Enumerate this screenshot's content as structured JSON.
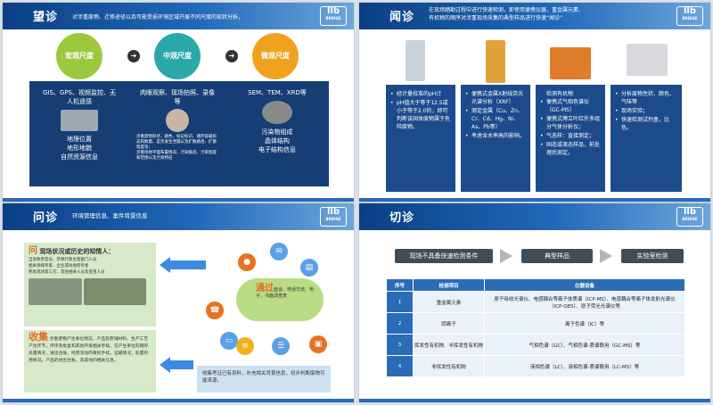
{
  "s1": {
    "title": "望诊",
    "subtitle": "对涉重废物、迁移途径以及可能受损环境区域开展不同尺度的现状分析。",
    "circles": [
      "宏观尺度",
      "中观尺度",
      "微观尺度"
    ],
    "col1": {
      "head": "GIS、GPS、视频监控、无人机遥感",
      "items": [
        "地理位置",
        "地形地貌",
        "自然资源信息"
      ]
    },
    "col2": {
      "head": "肉眼观察、现场拍照、录像等",
      "desc1": "涉重废物形状、颜色、标记标识、储存容器形态和数量、是否发生泄漏以及扩散路径、扩散程度等；",
      "desc2": "涉重场地平面布置情况、污染痕迹、污染程度和范围以及污染特征"
    },
    "col3": {
      "head": "SEM、TEM、XRD等",
      "items": [
        "污染物组成",
        "晶体结构",
        "电子结构信息"
      ]
    }
  },
  "s2": {
    "title": "闻诊",
    "sub1": "在现场踏勘过程中进行快速检测，即使用便携仪器，重金属元素、",
    "sub2": "有机物的顺序对涉重现场采集的典型样品进行快速“闻诊”",
    "box1": [
      "经计量校准的pH计",
      "pH值大于等于12.5或小于等于2.0的，即可判断该固体废物属于危险废物。"
    ],
    "box2": [
      "便携式金属X射线荧光光谱分析（XRF）",
      "测定金属（Cu、Zn、Cr、Cd、Hg、Ni、As、Pb等）",
      "考虑含水率高的影响。"
    ],
    "box3head": "检测有机物",
    "box3": [
      "便携式气相色谱仪（GC-MS）",
      "便携式傅立叶红外多组分气体分析仪；",
      "气态样：直接测定；",
      "固态或液态样品，前处理后测定。"
    ],
    "box4": [
      "分析废物性状、颜色、气味等",
      "现场实验；",
      "快速检测试剂盒，比色。"
    ]
  },
  "s3": {
    "title": "问诊",
    "subtitle": "环境管理信息、案件背景信息",
    "q_head": "现场状况或历史的知情人：",
    "q_char": "问",
    "q_lines": [
      "当地政府官员、环保行政主管部门人员",
      "相关领域专家、企业或场地所有者",
      "熟悉现场第三方、其他相关人员及受害人员"
    ],
    "c_char": "收集",
    "c_text": "涉重废物产生单位情况，产品及原辅材料、生产工艺产生环节，环评及批复和其他环境相关手续，在产生单位的储存处置情况，进出台账，经营活动的审批手续，运输情况，处置利用情况，产品的进出台账，及其他的相关信息。",
    "cloud_big": "通过",
    "cloud_text": "面谈、电话交流、电子、书面调查表",
    "bottom": "收集考证已有资料，补充相关背景信息，初步判断废物可能来源。"
  },
  "s4": {
    "title": "切诊",
    "steps": [
      "现场不具备快速检测条件",
      "典型样品",
      "实验室检测"
    ],
    "headers": [
      "序号",
      "检测项目",
      "仪器设备"
    ],
    "rows": [
      [
        "1",
        "重金属元素",
        "原子吸收光谱仪、电感耦合等离子体质谱（ICP-MS）、电感耦合等离子体发射光谱仪（ICP-OES）、原子荧光光谱仪等"
      ],
      [
        "2",
        "阴离子",
        "离子色谱（IC）等"
      ],
      [
        "3",
        "挥发性有机物、半挥发性有机物",
        "气相色谱（GC）、气相色谱-质谱联用（GC-MS）等"
      ],
      [
        "4",
        "非挥发性有机物",
        "液相色谱（LC）、液相色谱-质谱联用（LC-MS）等"
      ]
    ]
  }
}
